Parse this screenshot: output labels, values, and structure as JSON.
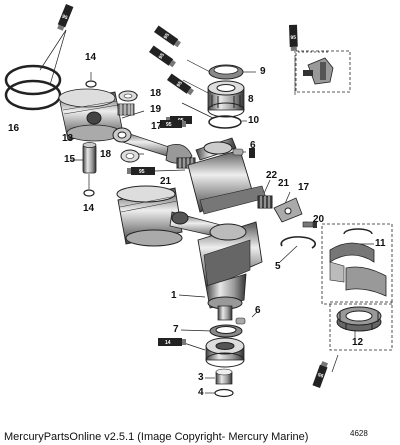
{
  "callouts": [
    "1",
    "3",
    "4",
    "5",
    "6",
    "6",
    "7",
    "8",
    "9",
    "10",
    "11",
    "12",
    "13",
    "14",
    "14",
    "15",
    "16",
    "17",
    "17",
    "18",
    "18",
    "19",
    "20",
    "21",
    "21",
    "22"
  ],
  "tube_labels": [
    "95",
    "95",
    "95",
    "95",
    "95",
    "95",
    "95",
    "95",
    "95",
    "95",
    "14",
    "95"
  ],
  "figure_id": "4628",
  "caption": "MercuryPartsOnline v2.5.1 (Image Copyright- Mercury Marine)"
}
